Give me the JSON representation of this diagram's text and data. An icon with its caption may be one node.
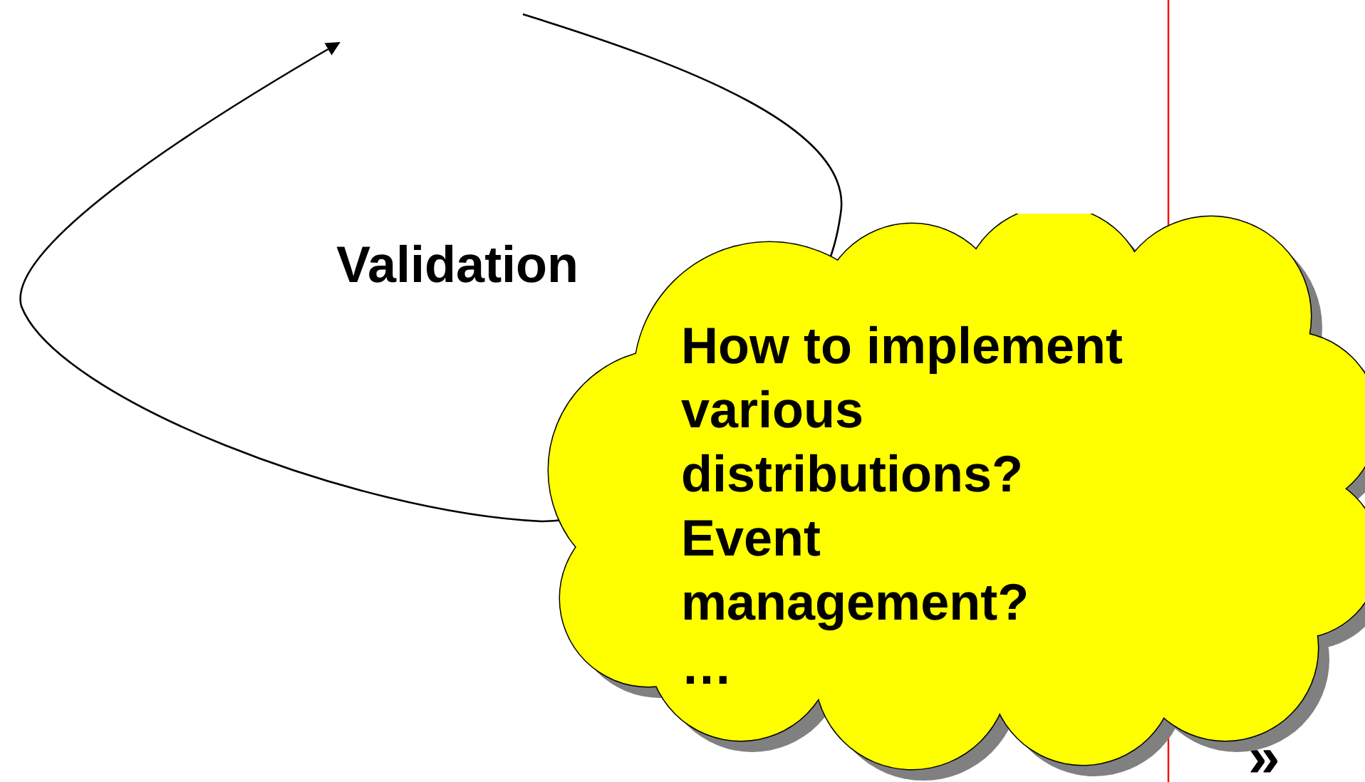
{
  "diagram": {
    "nodes": [
      {
        "text": [
          "How to implement various distributions?",
          "Event management?",
          "…"
        ]
      }
    ],
    "labels": [
      "Validation",
      "»"
    ]
  }
}
